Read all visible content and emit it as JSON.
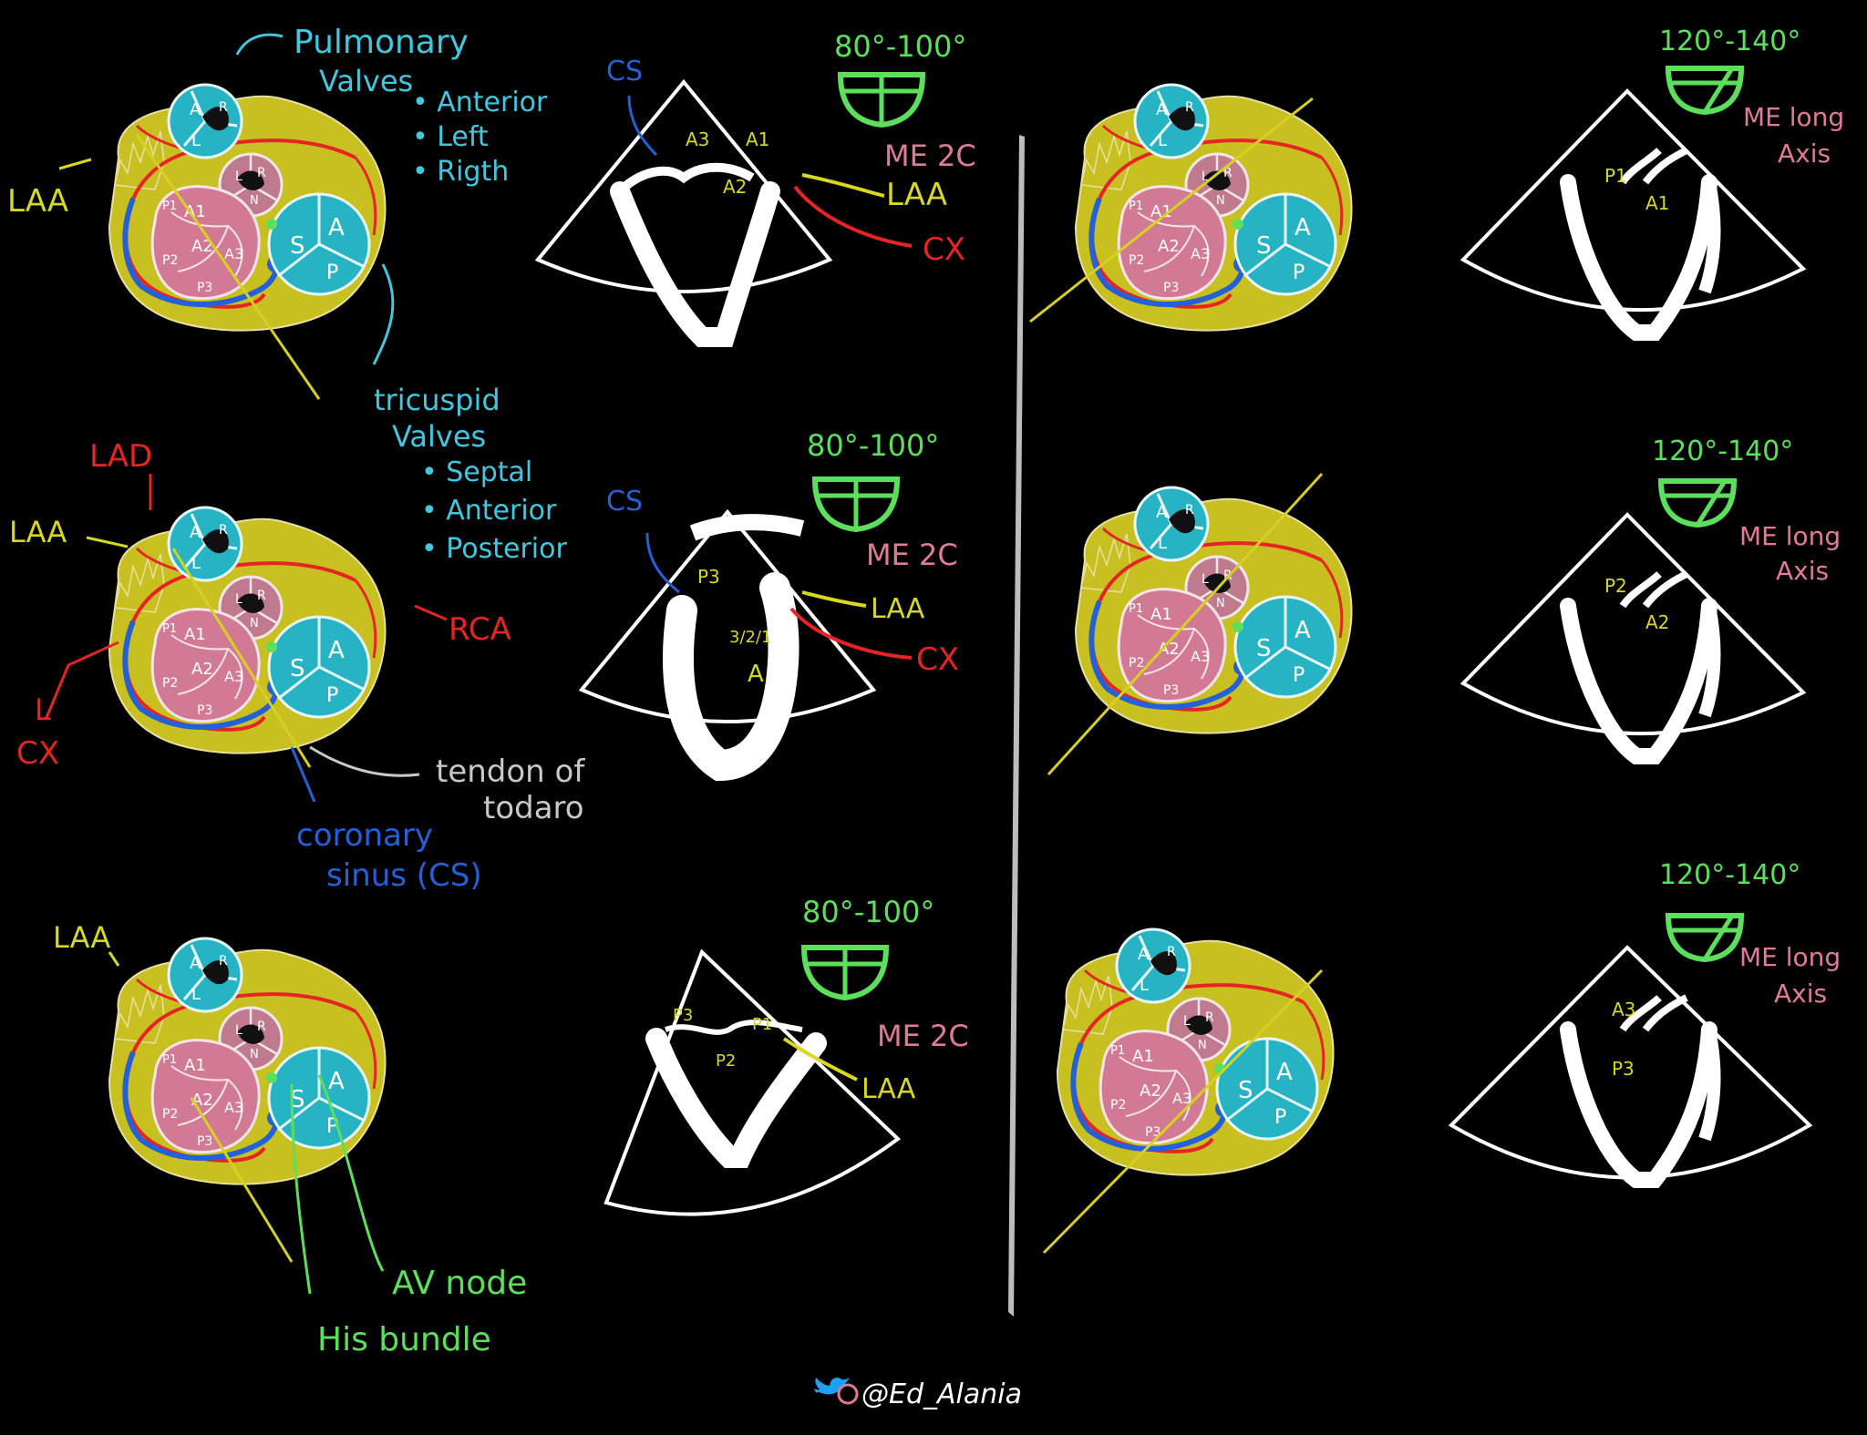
{
  "colors": {
    "background": "#000000",
    "fibrous_yellow": "#c8c020",
    "aortic_teal": "#26b3c4",
    "mitral_pink": "#d27a94",
    "artery_red": "#e62424",
    "sinus_blue": "#2460d8",
    "conduction_green": "#5ce05c",
    "plane_yellow": "#d8d020",
    "label_yellow": "#d8d820",
    "label_pink": "#e07a98",
    "label_cyan": "#3fc8e0",
    "label_gray": "#c8c8c8",
    "echo_white": "#ffffff",
    "divider": "#bdbdbd"
  },
  "icons": {
    "twitter": "twitter-bird-icon"
  },
  "heart_labels": {
    "pulmonic_A": "A",
    "pulmonic_R": "R",
    "pulmonic_L": "L",
    "aortic_L": "L",
    "aortic_R": "R",
    "aortic_N": "N",
    "tricuspid_S": "S",
    "tricuspid_A": "A",
    "tricuspid_P": "P",
    "mitral_P1": "P1",
    "mitral_A1": "A1",
    "mitral_A2": "A2",
    "mitral_A3": "A3",
    "mitral_P2": "P2",
    "mitral_P3": "P3"
  },
  "annotations": {
    "pulmonary_title": "Pulmonary",
    "pulmonary_subtitle": "Valves",
    "pulmonary_cusps": [
      "• Anterior",
      "• Left",
      "• Rigth"
    ],
    "tricuspid_title": "tricuspid",
    "tricuspid_subtitle": "Valves",
    "tricuspid_leaflets": [
      "• Septal",
      "• Anterior",
      "• Posterior"
    ],
    "laa": "LAA",
    "lad": "LAD",
    "rca": "RCA",
    "l": "L",
    "cx": "CX",
    "tendon_line1": "tendon of",
    "tendon_line2": "todaro",
    "coronary_line1": "coronary",
    "coronary_line2": "sinus (CS)",
    "av_node": "AV node",
    "his_bundle": "His bundle"
  },
  "views": [
    {
      "angle": "80°-100°",
      "view": "ME 2C",
      "cs": "CS",
      "laa": "LAA",
      "cx": "CX",
      "segments": [
        "A3",
        "A1",
        "A2"
      ]
    },
    {
      "angle": "80°-100°",
      "view": "ME 2C",
      "cs": "CS",
      "laa": "LAA",
      "cx": "CX",
      "segments": [
        "P3",
        "3/2/1",
        "A"
      ]
    },
    {
      "angle": "80°-100°",
      "view": "ME 2C",
      "laa": "LAA",
      "segments": [
        "P3",
        "P1",
        "P2"
      ]
    },
    {
      "angle": "120°-140°",
      "view_line1": "ME long",
      "view_line2": "Axis",
      "segments": [
        "P1",
        "A1"
      ]
    },
    {
      "angle": "120°-140°",
      "view_line1": "ME long",
      "view_line2": "Axis",
      "segments": [
        "P2",
        "A2"
      ]
    },
    {
      "angle": "120°-140°",
      "view_line1": "ME long",
      "view_line2": "Axis",
      "segments": [
        "A3",
        "P3"
      ]
    }
  ],
  "credit": {
    "handle": "@Ed_Alania"
  }
}
